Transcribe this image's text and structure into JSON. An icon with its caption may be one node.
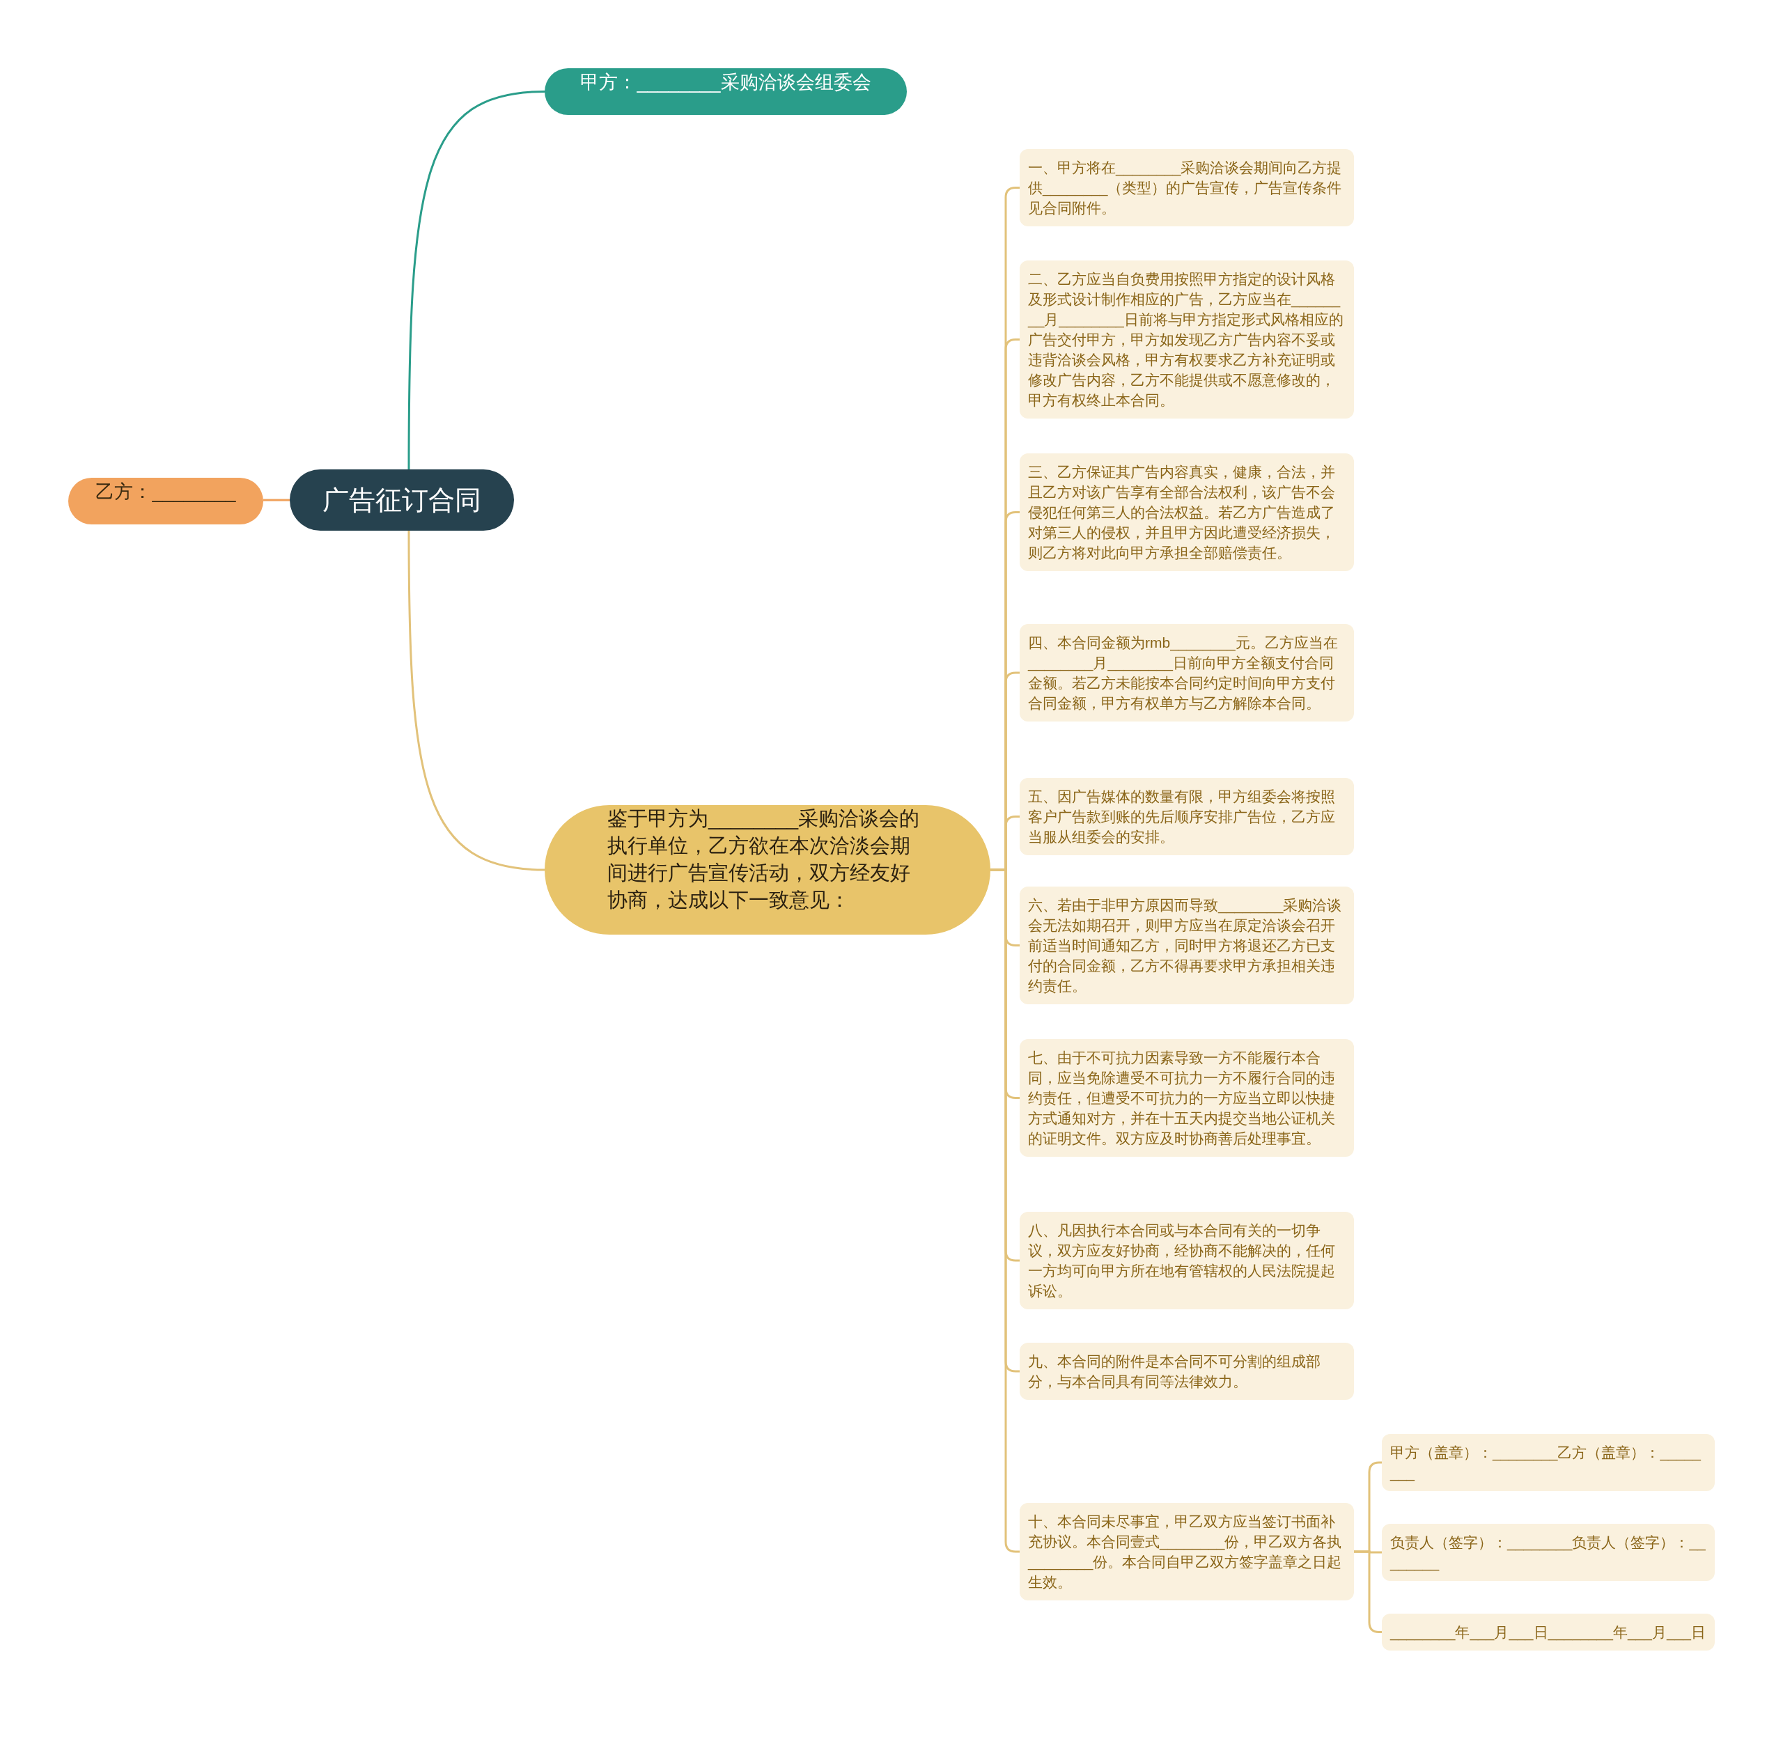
{
  "diagram": {
    "nodes": [
      {
        "text": [
          "广告征订合同"
        ]
      },
      {
        "text": [
          "甲方：________采购洽谈会组委会"
        ]
      },
      {
        "text": [
          "乙方：________"
        ]
      },
      {
        "text": [
          "鉴于甲方为________采购洽谈会的执行单位，乙方欲在本次洽淡会期间进行广告宣传活动，双方经友好协商，达成以下一致意见："
        ]
      },
      {
        "text": [
          "一、甲方将在________采购洽谈会期间向乙方提供________（类型）的广告宣传，广告宣传条件见合同附件。"
        ]
      },
      {
        "text": [
          "二、乙方应当自负费用按照甲方指定的设计风格及形式设计制作相应的广告，乙方应当在________月________日前将与甲方指定形式风格相应的广告交付甲方，甲方如发现乙方广告内容不妥或违背洽谈会风格，甲方有权要求乙方补充证明或修改广告内容，乙方不能提供或不愿意修改的，甲方有权终止本合同。"
        ]
      },
      {
        "text": [
          "三、乙方保证其广告内容真实，健康，合法，并且乙方对该广告享有全部合法权利，该广告不会侵犯任何第三人的合法权益。若乙方广告造成了对第三人的侵权，并且甲方因此遭受经济损失，则乙方将对此向甲方承担全部赔偿责任。"
        ]
      },
      {
        "text": [
          "四、本合同金额为rmb________元。乙方应当在________月________日前向甲方全额支付合同金额。若乙方未能按本合同约定时间向甲方支付合同金额，甲方有权单方与乙方解除本合同。"
        ]
      },
      {
        "text": [
          "五、因广告媒体的数量有限，甲方组委会将按照客户广告款到账的先后顺序安排广告位，乙方应当服从组委会的安排。"
        ]
      },
      {
        "text": [
          "六、若由于非甲方原因而导致________采购洽谈会无法如期召开，则甲方应当在原定洽谈会召开前适当时间通知乙方，同时甲方将退还乙方已支付的合同金额，乙方不得再要求甲方承担相关违约责任。"
        ]
      },
      {
        "text": [
          "七、由于不可抗力因素导致一方不能履行本合同，应当免除遭受不可抗力一方不履行合同的违约责任，但遭受不可抗力的一方应当立即以快捷方式通知对方，并在十五天内提交当地公证机关的证明文件。双方应及时协商善后处理事宜。"
        ]
      },
      {
        "text": [
          "八、凡因执行本合同或与本合同有关的一切争议，双方应友好协商，经协商不能解决的，任何一方均可向甲方所在地有管辖权的人民法院提起诉讼。"
        ]
      },
      {
        "text": [
          "九、本合同的附件是本合同不可分割的组成部分，与本合同具有同等法律效力。"
        ]
      },
      {
        "text": [
          "十、本合同未尽事宜，甲乙双方应当签订书面补充协议。本合同壹式________份，甲乙双方各执________份。本合同自甲乙双方签字盖章之日起生效。"
        ]
      },
      {
        "text": [
          "甲方（盖章）：________乙方（盖章）：________"
        ]
      },
      {
        "text": [
          "负责人（签字）：________负责人（签字）：________"
        ]
      },
      {
        "text": [
          "________年___月___日________年___月___日"
        ]
      }
    ],
    "edges": [
      {
        "from": 0,
        "to": 1,
        "arrow": "none",
        "color": "#2a9d8a"
      },
      {
        "from": 0,
        "to": 2,
        "arrow": "none",
        "color": "#f0a05a"
      },
      {
        "from": 0,
        "to": 3,
        "arrow": "none"
      },
      {
        "from": 3,
        "to": 4,
        "arrow": "none"
      },
      {
        "from": 3,
        "to": 5,
        "arrow": "none"
      },
      {
        "from": 3,
        "to": 6,
        "arrow": "none"
      },
      {
        "from": 3,
        "to": 7,
        "arrow": "none"
      },
      {
        "from": 3,
        "to": 8,
        "arrow": "none"
      },
      {
        "from": 3,
        "to": 9,
        "arrow": "none"
      },
      {
        "from": 3,
        "to": 10,
        "arrow": "none"
      },
      {
        "from": 3,
        "to": 11,
        "arrow": "none"
      },
      {
        "from": 3,
        "to": 12,
        "arrow": "none"
      },
      {
        "from": 3,
        "to": 13,
        "arrow": "none"
      },
      {
        "from": 13,
        "to": 14,
        "arrow": "none"
      },
      {
        "from": 13,
        "to": 15,
        "arrow": "none"
      },
      {
        "from": 13,
        "to": 16,
        "arrow": "none"
      }
    ]
  }
}
